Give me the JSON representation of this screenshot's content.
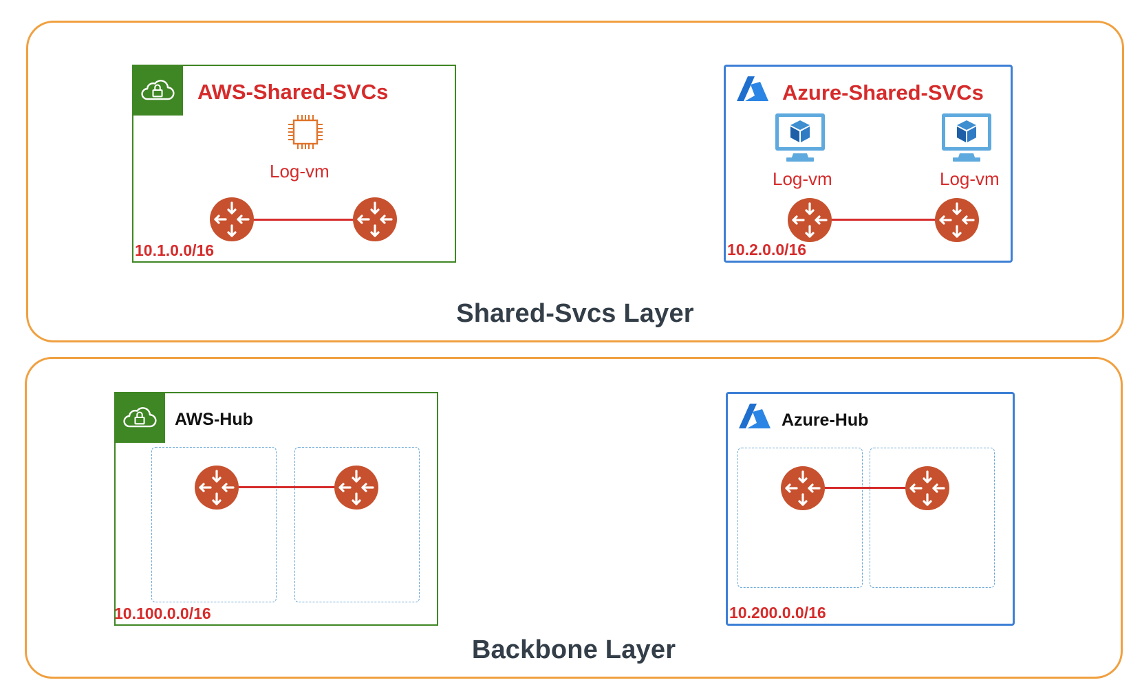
{
  "shared_layer": {
    "label": "Shared-Svcs Layer",
    "aws": {
      "title": "AWS-Shared-SVCs",
      "cidr": "10.1.0.0/16",
      "vm_label": "Log-vm"
    },
    "azure": {
      "title": "Azure-Shared-SVCs",
      "cidr": "10.2.0.0/16",
      "vm_label_1": "Log-vm",
      "vm_label_2": "Log-vm"
    }
  },
  "backbone_layer": {
    "label": "Backbone Layer",
    "aws": {
      "title": "AWS-Hub",
      "cidr": "10.100.0.0/16"
    },
    "azure": {
      "title": "Azure-Hub",
      "cidr": "10.200.0.0/16"
    }
  },
  "icons": {
    "aws_vpc": "cloud-lock-icon",
    "azure": "azure-logo-icon",
    "ec2": "chip-icon",
    "azure_vm": "monitor-cube-icon",
    "router": "router-icon"
  },
  "colors": {
    "layer_border": "#f0a040",
    "aws_green": "#3f8624",
    "azure_blue": "#3d7fd6",
    "red_text": "#d62b2b",
    "router_orange": "#c7512e",
    "subnet_dashed": "#6aa8d8",
    "layer_label": "#333e48"
  }
}
